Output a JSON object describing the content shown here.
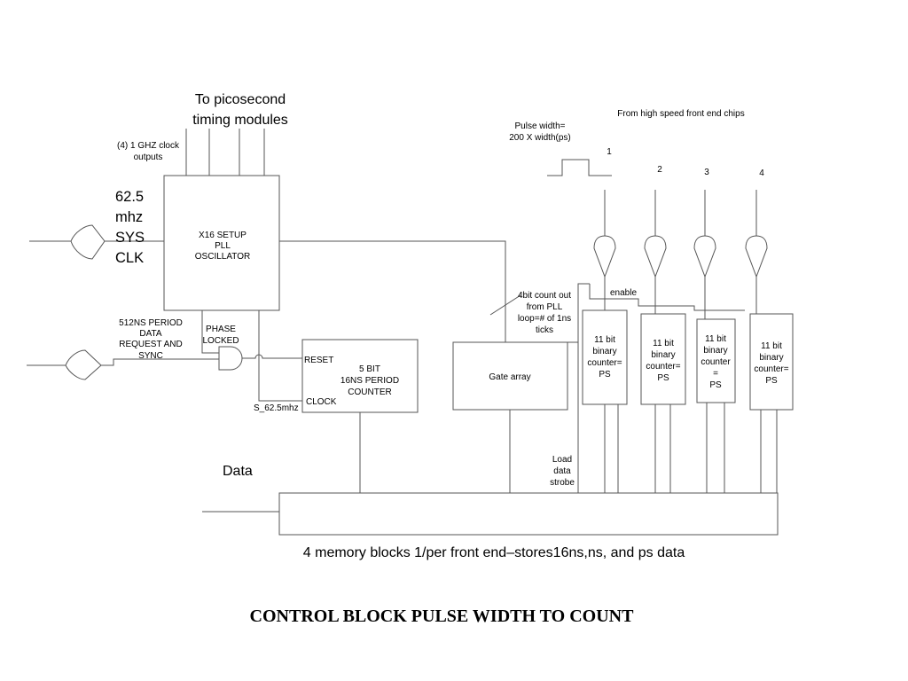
{
  "diagram": {
    "title": "CONTROL BLOCK  PULSE WIDTH TO COUNT",
    "picosecond_label": [
      "To picosecond",
      "timing modules"
    ],
    "clock_outputs_label": [
      "(4) 1 GHZ clock",
      "outputs"
    ],
    "sys_clk_label": [
      "62.5",
      "mhz",
      "SYS",
      "CLK"
    ],
    "pll_block": [
      "X16 SETUP",
      "PLL",
      "OSCILLATOR"
    ],
    "period_request_label": [
      "512NS PERIOD",
      "DATA",
      "REQUEST AND",
      "SYNC"
    ],
    "phase_locked_label": [
      "PHASE",
      "LOCKED"
    ],
    "reset_label": "RESET",
    "clock_label": "CLOCK",
    "s_clock_label": "S_62.5mhz",
    "period_counter_block": [
      "5 BIT",
      "16NS PERIOD",
      "COUNTER"
    ],
    "count_out_label": [
      "4bit count out",
      "from PLL",
      "loop=# of 1ns",
      "ticks"
    ],
    "gate_array_label": "Gate array",
    "load_strobe_label": [
      "Load",
      "data",
      "strobe"
    ],
    "enable_label": "enable",
    "front_end_label": "From high speed front end chips",
    "pulse_width_label": [
      "Pulse width=",
      "200 X width(ps)"
    ],
    "channels": [
      "1",
      "2",
      "3",
      "4"
    ],
    "counters": [
      [
        "11 bit",
        "binary",
        "counter=",
        "PS"
      ],
      [
        "11 bit",
        "binary",
        "counter=",
        "PS"
      ],
      [
        "11 bit",
        "binary",
        "counter",
        "=",
        "PS"
      ],
      [
        "11 bit",
        "binary",
        "counter=",
        "PS"
      ]
    ],
    "data_label": "Data",
    "memory_label": "4 memory blocks  1/per front end–stores16ns,ns, and ps data"
  }
}
